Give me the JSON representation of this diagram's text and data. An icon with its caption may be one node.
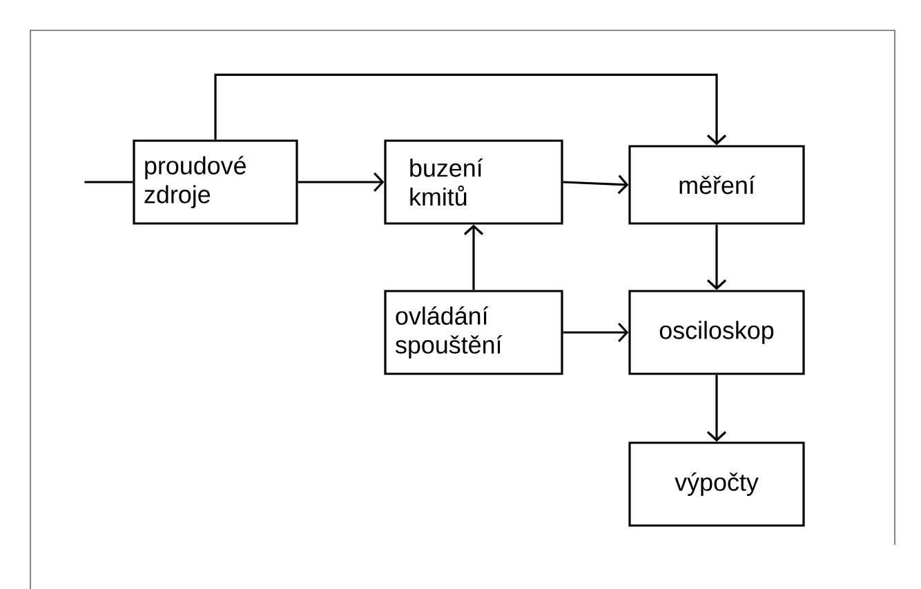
{
  "diagram": {
    "nodes": [
      {
        "text": [
          "proudové zdroje"
        ]
      },
      {
        "text": [
          "buzení kmitů"
        ]
      },
      {
        "text": [
          "měření"
        ]
      },
      {
        "text": [
          "ovládání spouštění"
        ]
      },
      {
        "text": [
          "osciloskop"
        ]
      },
      {
        "text": [
          "výpočty"
        ]
      }
    ],
    "edges": [
      {
        "from": null,
        "to": 0,
        "arrow": "none"
      },
      {
        "from": 0,
        "to": 1,
        "arrow": "to"
      },
      {
        "from": 1,
        "to": 2,
        "arrow": "to"
      },
      {
        "from": 0,
        "to": 2,
        "arrow": "to"
      },
      {
        "from": 3,
        "to": 1,
        "arrow": "to"
      },
      {
        "from": 3,
        "to": 4,
        "arrow": "to"
      },
      {
        "from": 2,
        "to": 4,
        "arrow": "to"
      },
      {
        "from": 4,
        "to": 5,
        "arrow": "to"
      }
    ]
  }
}
